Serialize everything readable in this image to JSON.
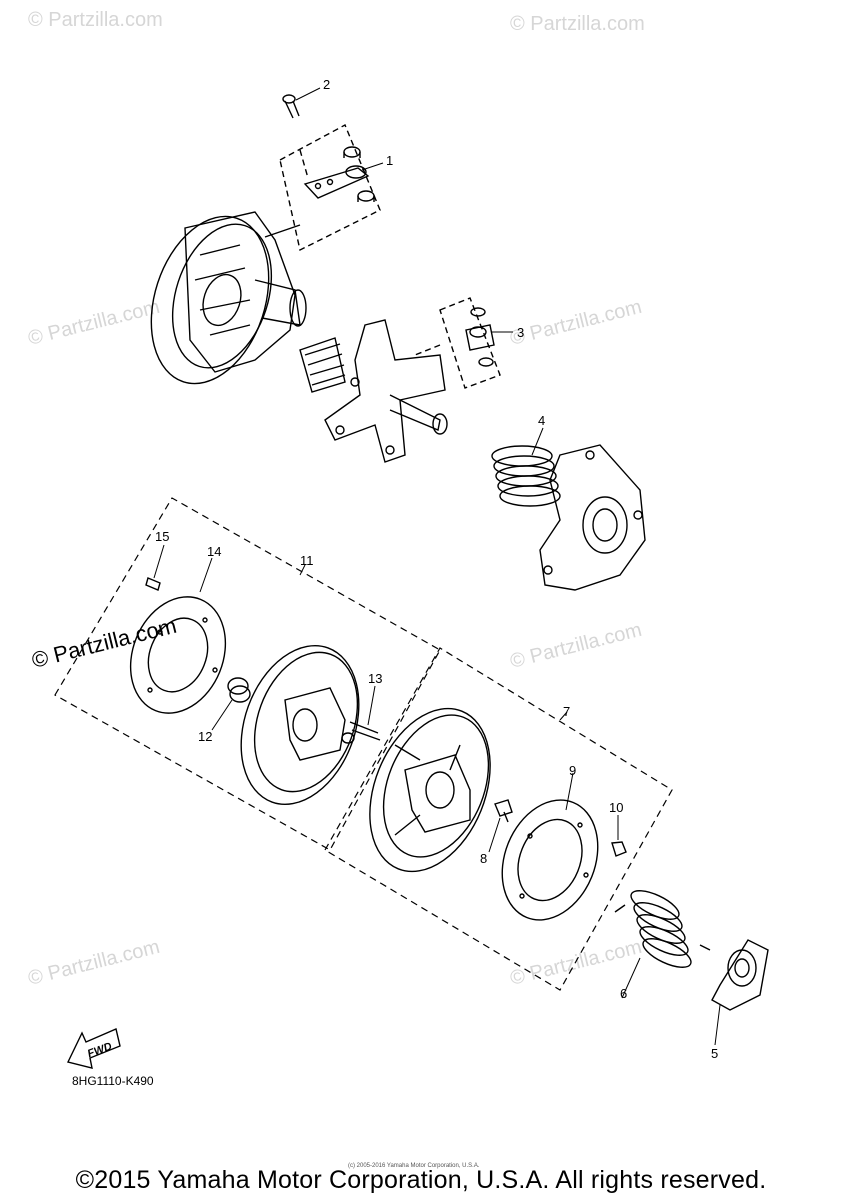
{
  "callouts": {
    "c1": "1",
    "c2": "2",
    "c3": "3",
    "c4": "4",
    "c5": "5",
    "c6": "6",
    "c7": "7",
    "c8": "8",
    "c9": "9",
    "c10": "10",
    "c11": "11",
    "c12": "12",
    "c13": "13",
    "c14": "14",
    "c15": "15"
  },
  "fwd_label": "FWD",
  "diagram_code": "8HG1110-K490",
  "tiny_notice": "(c) 2005-2016 Yamaha Motor Corporation, U.S.A.",
  "copyright": "©2015 Yamaha Motor Corporation, U.S.A. All rights reserved.",
  "watermark_text": "© Partzilla.com",
  "watermark_main": "© Partzilla.com"
}
